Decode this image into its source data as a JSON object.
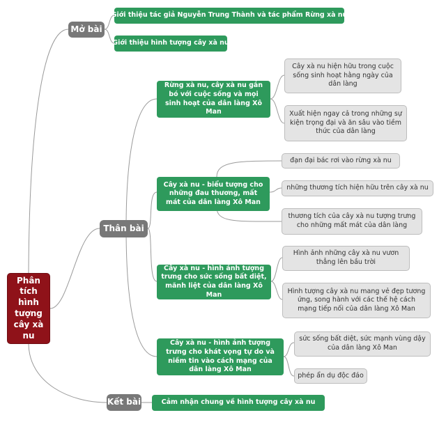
{
  "colors": {
    "root": "#8f1219",
    "section": "#787878",
    "topic": "#2e9a5c",
    "detail": "#e4e4e4",
    "edge": "#9a9a9a"
  },
  "root": {
    "label": "Phân tích hình tượng cây xà nu"
  },
  "sections": {
    "mo_bai": {
      "label": "Mở bài",
      "items": [
        "Giới thiệu tác giả Nguyễn Trung Thành và tác phẩm Rừng xà nu",
        "Giới thiệu hình tượng cây xà nu"
      ]
    },
    "than_bai": {
      "label": "Thân bài",
      "topics": [
        {
          "label": "Rừng xà nu, cây xà nu gắn bó với cuộc sống và mọi sinh hoạt của dân làng Xô Man",
          "details": [
            "Cây xà nu hiện hữu trong cuộc sống sinh hoạt hằng ngày của dân làng",
            "Xuất hiện ngay cả trong những sự kiện trọng đại và ăn sâu vào tiềm thức của dân làng"
          ]
        },
        {
          "label": "Cây xà nu - biểu tượng cho những đau thương, mất mát của dân làng Xô Man",
          "details": [
            "đạn đại bác rơi vào rừng xà nu",
            "những thương tích hiện hữu trên cây xà nu",
            "thương tích của cây xà nu tượng trưng cho những mất mát của dân làng"
          ]
        },
        {
          "label": "Cây xà nu - hình ảnh tượng trưng cho sức sống bất diệt, mãnh liệt của dân làng Xô Man",
          "details": [
            "Hình ảnh những cây xà nu vươn thẳng lên bầu trời",
            "Hình tượng cây xà nu mang vẻ đẹp tương ứng, song hành với các thế hệ cách mạng tiếp nối của dân làng Xô Man"
          ]
        },
        {
          "label": "Cây xà nu - hình ảnh tượng trưng cho khát vọng tự do và niềm tin vào cách mạng của dân làng Xô Man",
          "details": [
            "sức sống bất diệt, sức mạnh vùng dậy của dân làng Xô Man",
            "phép ẩn dụ độc đáo"
          ]
        }
      ]
    },
    "ket_bai": {
      "label": "Kết bài",
      "items": [
        "Cảm nhận chung về hình tượng cây xà nu"
      ]
    }
  }
}
